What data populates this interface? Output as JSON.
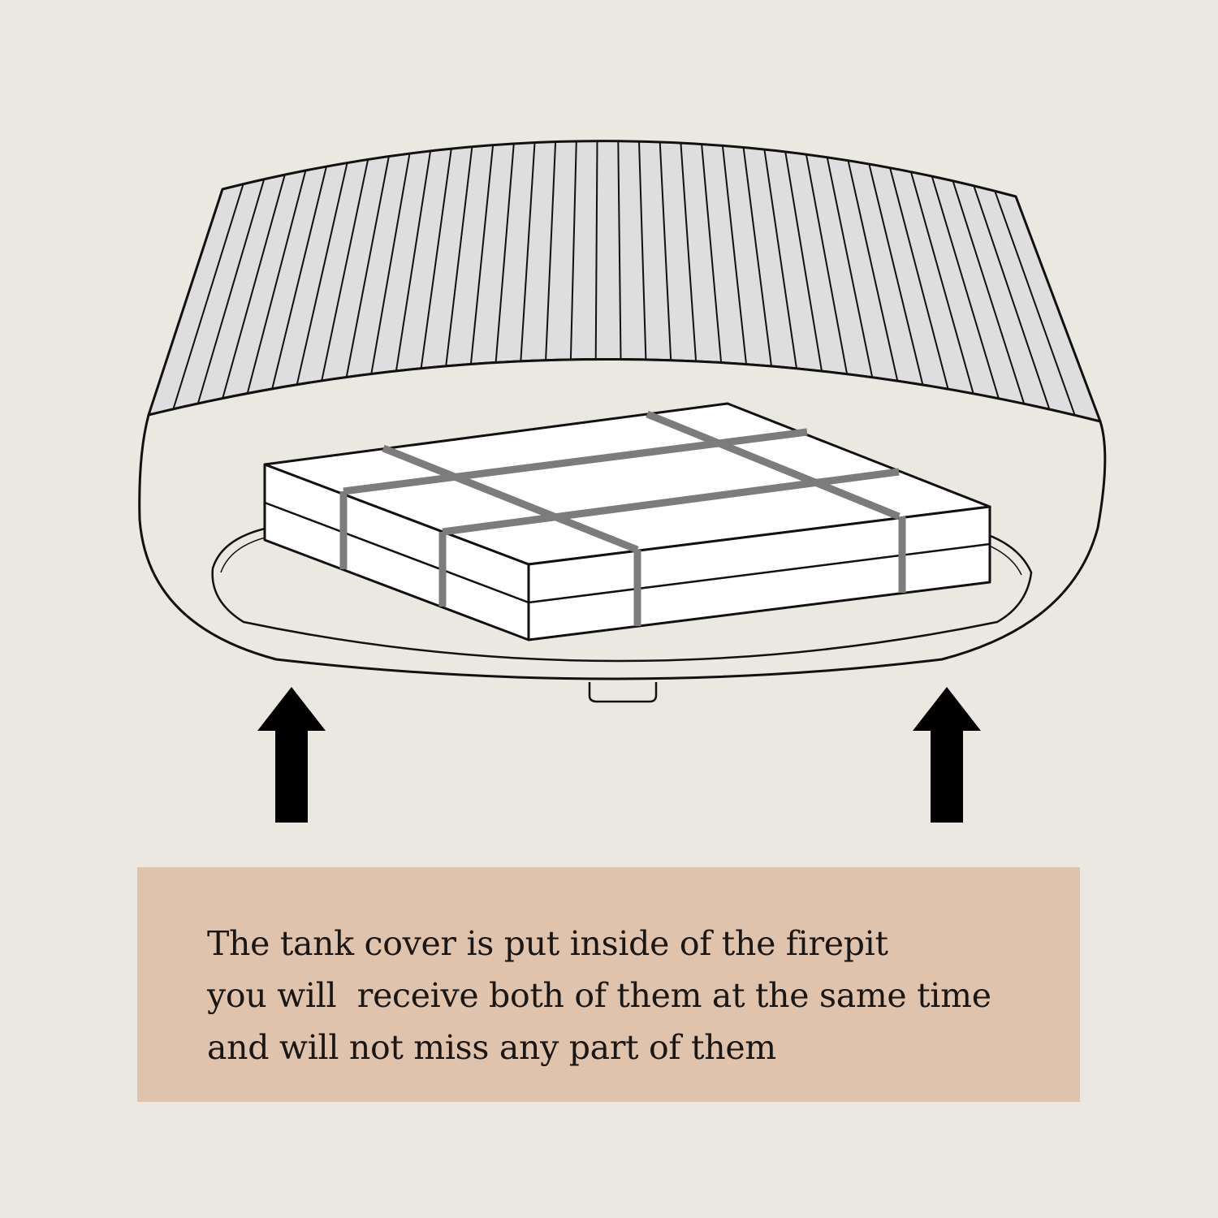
{
  "colors": {
    "background": "#ebe7e1",
    "caption_box": "#dfc3ad",
    "caption_text": "#1a1614",
    "outline": "#111111",
    "cover_fill": "#dedede",
    "box_fill": "#ffffff",
    "strap": "#7c7c7c",
    "arrow": "#000000"
  },
  "illustration": {
    "objects": [
      "firepit-cover-icon",
      "tank-cover-box-icon",
      "left-up-arrow-icon",
      "right-up-arrow-icon"
    ]
  },
  "caption": {
    "lines": [
      "The tank cover is put inside of the firepit",
      "you will  receive both of them at the same time",
      "and will not miss any part of them"
    ]
  }
}
